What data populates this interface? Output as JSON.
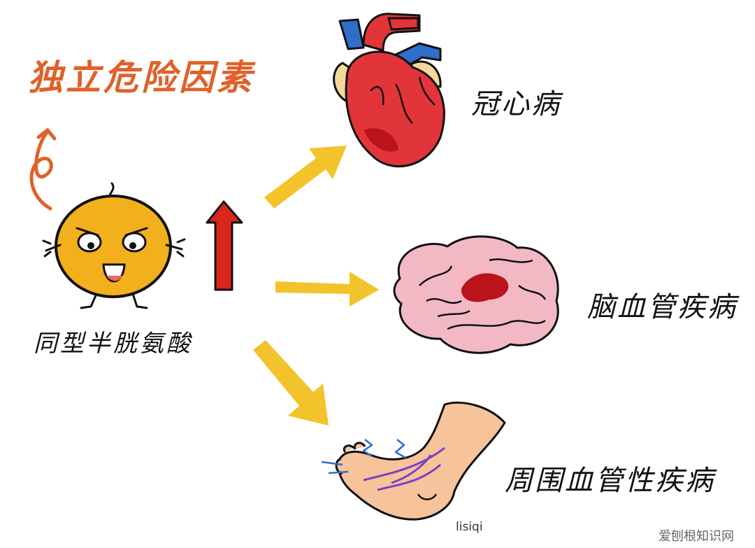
{
  "labels": {
    "risk_factor": "独立危险因素",
    "molecule": "同型半胱氨酸",
    "coronary": "冠心病",
    "cerebro": "脑血管疾病",
    "peripheral": "周围血管性疾病",
    "signature": "lisiqi",
    "watermark": "爱刨根知识网"
  },
  "colors": {
    "title": "#e0612a",
    "arrow_yellow": "#f2c32a",
    "arrow_red": "#d9251d",
    "mascot": "#f2b01c",
    "heart": "#e2353a",
    "vessel_blue": "#2f6ec9",
    "brain": "#f2b9c5",
    "brain_spot": "#b9141c",
    "foot": "#f6c39a",
    "vein": "#7a3fc2"
  },
  "icons": [
    "heart-icon",
    "brain-icon",
    "foot-icon",
    "mascot-icon",
    "up-arrow-icon"
  ]
}
